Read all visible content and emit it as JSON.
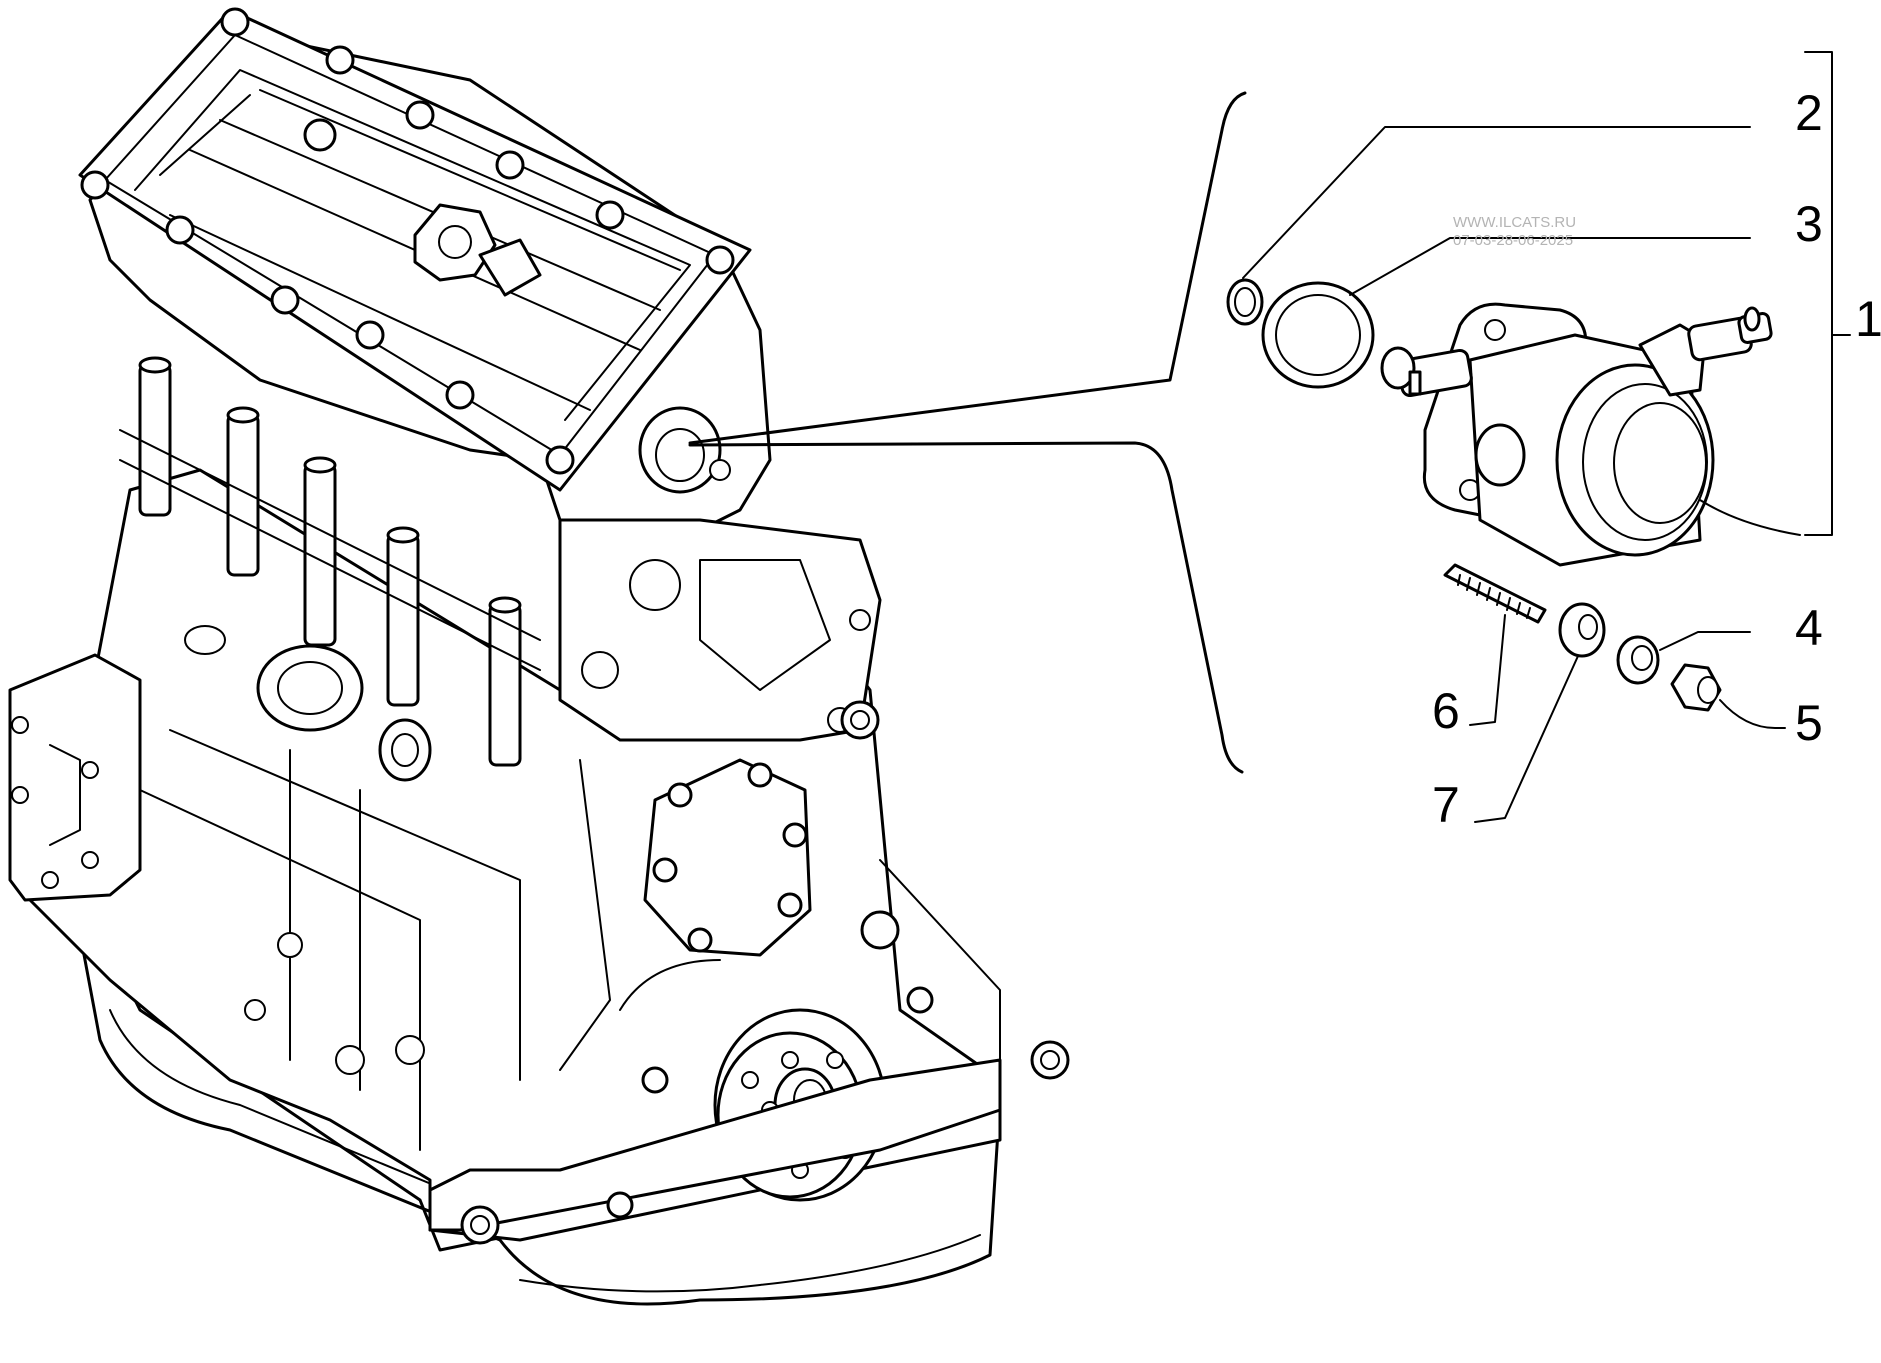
{
  "callouts": {
    "c1": "1",
    "c2": "2",
    "c3": "3",
    "c4": "4",
    "c5": "5",
    "c6": "6",
    "c7": "7"
  },
  "watermark": {
    "site": "WWW.ILCATS.RU",
    "date": "07-03-28-06-2025"
  }
}
